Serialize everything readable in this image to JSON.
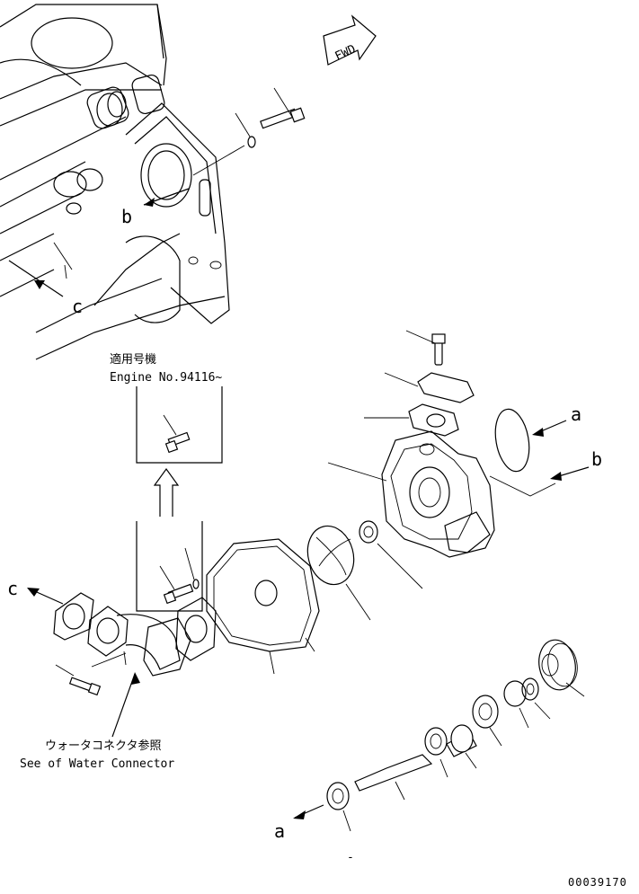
{
  "drawing": {
    "fwd_label": "FWD",
    "callout_a": "a",
    "callout_b": "b",
    "callout_c": "c",
    "applicable_label_jp": "適用号機",
    "applicable_label_en": "Engine No.94116~",
    "water_connector_jp": "ウォータコネクタ参照",
    "water_connector_en": "See of Water Connector",
    "drawing_number": "00039170",
    "minus_mark": "-"
  }
}
